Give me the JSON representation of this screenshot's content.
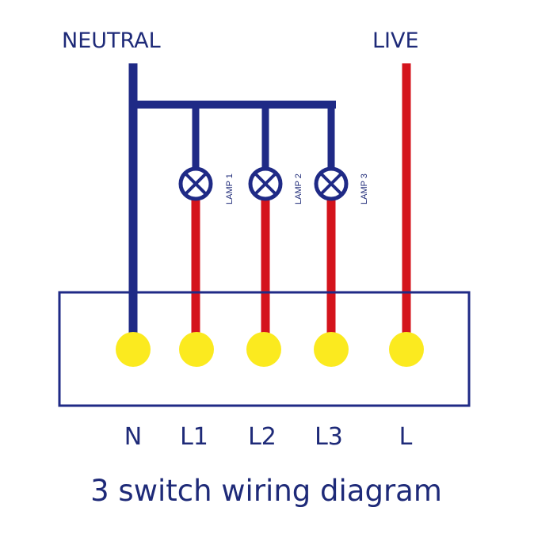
{
  "labels": {
    "neutral": "NEUTRAL",
    "live": "LIVE"
  },
  "lamps": [
    "LAMP 1",
    "LAMP 2",
    "LAMP 3"
  ],
  "terminals": [
    "N",
    "L1",
    "L2",
    "L3",
    "L"
  ],
  "caption": "3 switch wiring diagram",
  "colors": {
    "neutral_wire": "#1f2a86",
    "live_wire": "#d4141c",
    "terminal_dot": "#fbea1f",
    "box_outline": "#1f2a86",
    "text": "#1e2a78"
  }
}
